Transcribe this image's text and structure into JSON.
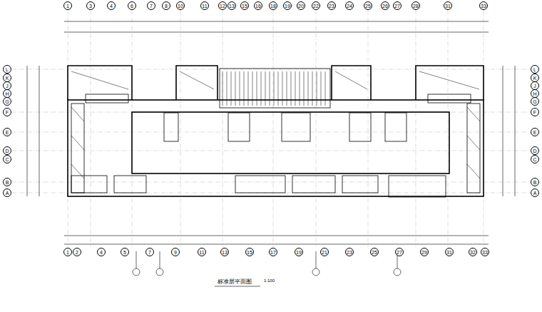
{
  "diagram": {
    "title": "标准层平面图",
    "nodes": [
      {
        "text": [
          "1"
        ]
      },
      {
        "text": [
          "3"
        ]
      },
      {
        "text": [
          "4"
        ]
      },
      {
        "text": [
          "6"
        ]
      },
      {
        "text": [
          "7"
        ]
      },
      {
        "text": [
          "8"
        ]
      },
      {
        "text": [
          "10"
        ]
      },
      {
        "text": [
          "11"
        ]
      },
      {
        "text": [
          "12"
        ]
      },
      {
        "text": [
          "13"
        ]
      },
      {
        "text": [
          "15"
        ]
      },
      {
        "text": [
          "16"
        ]
      },
      {
        "text": [
          "18"
        ]
      },
      {
        "text": [
          "19"
        ]
      },
      {
        "text": [
          "20"
        ]
      },
      {
        "text": [
          "22"
        ]
      },
      {
        "text": [
          "23"
        ]
      },
      {
        "text": [
          "24"
        ]
      },
      {
        "text": [
          "25"
        ]
      },
      {
        "text": [
          "26"
        ]
      },
      {
        "text": [
          "27"
        ]
      },
      {
        "text": [
          "28"
        ]
      },
      {
        "text": [
          "31"
        ]
      },
      {
        "text": [
          "33"
        ]
      },
      {
        "text": [
          "L"
        ]
      },
      {
        "text": [
          "K"
        ]
      },
      {
        "text": [
          "J"
        ]
      },
      {
        "text": [
          "H"
        ]
      },
      {
        "text": [
          "G"
        ]
      },
      {
        "text": [
          "F"
        ]
      },
      {
        "text": [
          "E"
        ]
      },
      {
        "text": [
          "D"
        ]
      },
      {
        "text": [
          "C"
        ]
      },
      {
        "text": [
          "B"
        ]
      },
      {
        "text": [
          "A"
        ]
      },
      {
        "text": [
          "L"
        ]
      },
      {
        "text": [
          "K"
        ]
      },
      {
        "text": [
          "J"
        ]
      },
      {
        "text": [
          "H"
        ]
      },
      {
        "text": [
          "G"
        ]
      },
      {
        "text": [
          "F"
        ]
      },
      {
        "text": [
          "E"
        ]
      },
      {
        "text": [
          "D"
        ]
      },
      {
        "text": [
          "C"
        ]
      },
      {
        "text": [
          "B"
        ]
      },
      {
        "text": [
          "A"
        ]
      },
      {
        "text": [
          "1"
        ]
      },
      {
        "text": [
          "2"
        ]
      },
      {
        "text": [
          "4"
        ]
      },
      {
        "text": [
          "5"
        ]
      },
      {
        "text": [
          "7"
        ]
      },
      {
        "text": [
          "9"
        ]
      },
      {
        "text": [
          "11"
        ]
      },
      {
        "text": [
          "13"
        ]
      },
      {
        "text": [
          "15"
        ]
      },
      {
        "text": [
          "17"
        ]
      },
      {
        "text": [
          "19"
        ]
      },
      {
        "text": [
          "21"
        ]
      },
      {
        "text": [
          "23"
        ]
      },
      {
        "text": [
          "25"
        ]
      },
      {
        "text": [
          "27"
        ]
      },
      {
        "text": [
          "29"
        ]
      },
      {
        "text": [
          "31"
        ]
      },
      {
        "text": [
          "32"
        ]
      },
      {
        "text": [
          "33"
        ]
      }
    ],
    "labels": [
      "1:100"
    ]
  }
}
